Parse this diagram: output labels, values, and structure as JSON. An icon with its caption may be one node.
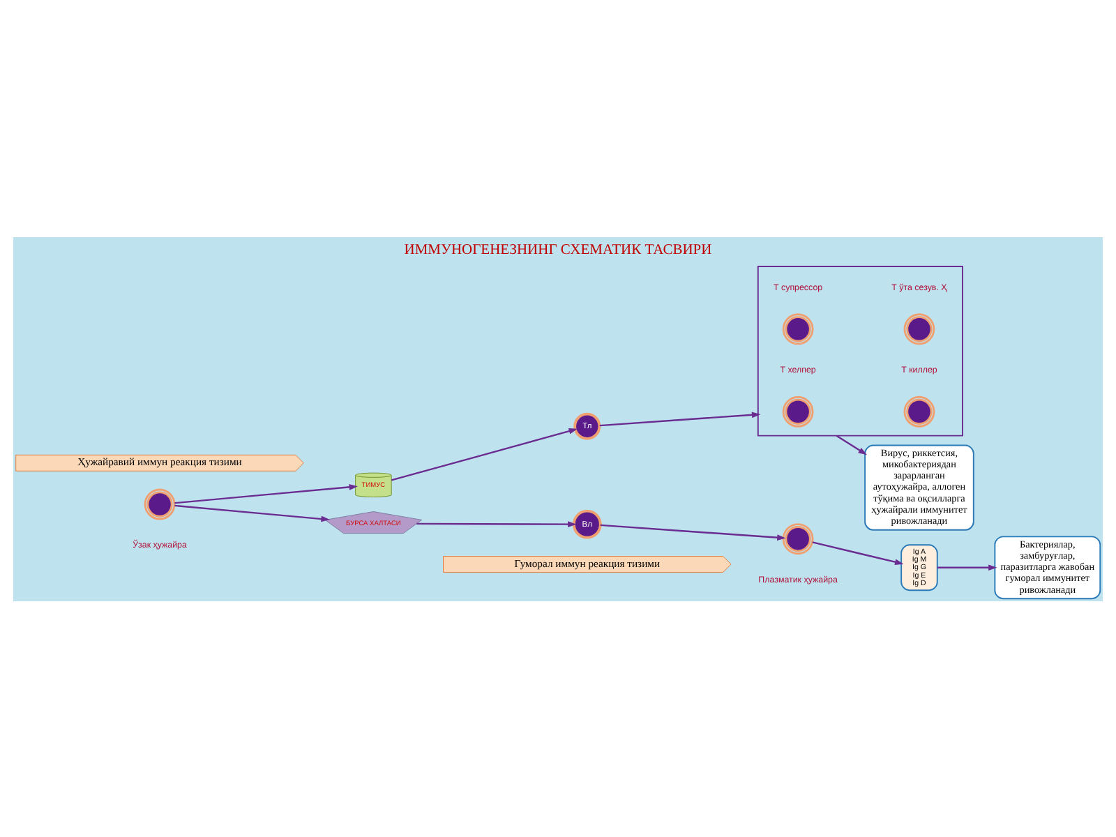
{
  "diagram": {
    "title": "ИММУНОГЕНЕЗНИНГ СХЕМАТИК ТАСВИРИ",
    "nodes": [
      {
        "text": [
          "Ҳужайравий иммун реакция тизими"
        ]
      },
      {
        "text": [],
        "shape": "circle",
        "beside": [
          "Ўзак ҳужайра"
        ]
      },
      {
        "text": [
          "ТИМУС"
        ]
      },
      {
        "text": [
          "Тл"
        ]
      },
      {
        "text": [],
        "shape": "box"
      },
      {
        "text": [],
        "shape": "circle",
        "beside": [
          "Т хелпер"
        ],
        "in": 4
      },
      {
        "text": [],
        "shape": "circle",
        "beside": [
          "Т киллер"
        ],
        "in": 4
      },
      {
        "text": [],
        "shape": "circle",
        "beside": [
          "Т супрессор"
        ],
        "in": 4
      },
      {
        "text": [],
        "shape": "circle",
        "beside": [
          "Т ўта сезув. Ҳ"
        ],
        "in": 4
      },
      {
        "text": [
          "Вирус, риккетсия, микобактериядан зарарланган аутоҳужайра, аллоген тўқима ва оқсилларга ҳужайрали иммунитет ривожланади"
        ]
      },
      {
        "text": [
          "БУРСА ХАЛТАСИ"
        ]
      },
      {
        "text": [
          "Вл"
        ]
      },
      {
        "text": [],
        "shape": "circle",
        "beside": [
          "Плазматик ҳужайра"
        ]
      },
      {
        "text": [
          "Ig A",
          "Ig M",
          "Ig G",
          "Ig E",
          "Ig D"
        ]
      },
      {
        "text": [
          "Бактериялар, замбуруғлар, паразитларга жавобан гуморал иммунитет ривожланади"
        ]
      },
      {
        "text": [
          "Гуморал иммун реакция тизими"
        ]
      }
    ],
    "edges": [
      {
        "from": 1,
        "to": 2,
        "arrow": "to"
      },
      {
        "from": 1,
        "to": 10,
        "arrow": "to"
      },
      {
        "from": 2,
        "to": 3,
        "arrow": "to"
      },
      {
        "from": 3,
        "to": 4,
        "arrow": "to"
      },
      {
        "from": 4,
        "to": 9,
        "arrow": "to"
      },
      {
        "from": 10,
        "to": 11,
        "arrow": "to"
      },
      {
        "from": 11,
        "to": 12,
        "arrow": "to"
      },
      {
        "from": 12,
        "to": 13,
        "arrow": "to"
      },
      {
        "from": 13,
        "to": 14,
        "arrow": "to"
      }
    ]
  }
}
